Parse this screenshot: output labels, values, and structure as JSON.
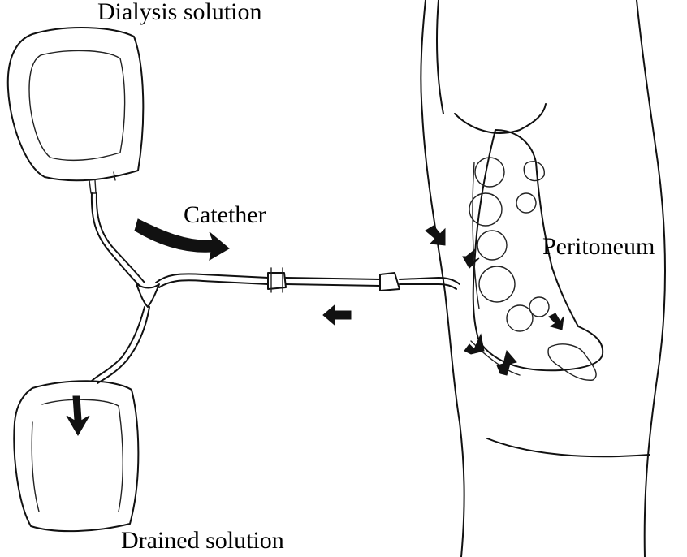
{
  "labels": {
    "dialysis_solution": "Dialysis solution",
    "catheter": "Catether",
    "peritoneum": "Peritoneum",
    "drained_solution": "Drained solution"
  }
}
